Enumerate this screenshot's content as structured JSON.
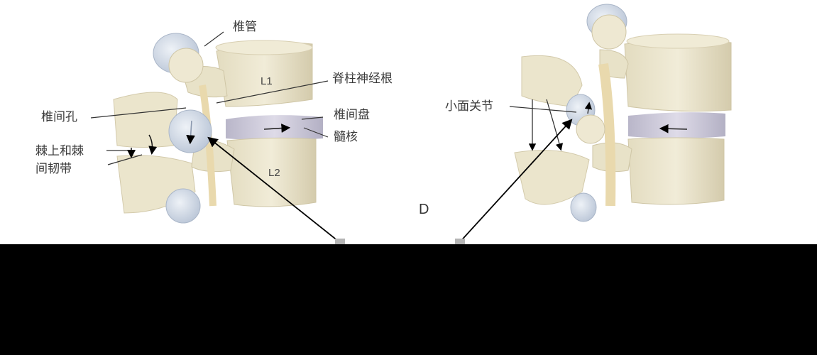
{
  "left_view": {
    "labels": {
      "spinal_canal": "椎管",
      "spinal_nerve_root": "脊柱神经根",
      "intervertebral_foramen": "椎间孔",
      "intervertebral_disc": "椎间盘",
      "nucleus_pulposus": "髓核",
      "ligament_line1": "棘上和棘",
      "ligament_line2": "间韧带",
      "vertebra_upper": "L1",
      "vertebra_lower": "L2"
    }
  },
  "right_view": {
    "labels": {
      "facet_joint": "小面关节"
    }
  },
  "panel_letter": "D",
  "colors": {
    "bone": "#ece6cf",
    "bone_shadow": "#d6ceb0",
    "disc": "#c9c6d6",
    "cartilage": "#c9d3e2",
    "nerve": "#eee0b8",
    "arrow": "#000000",
    "background": "#ffffff",
    "mask": "#000000"
  }
}
